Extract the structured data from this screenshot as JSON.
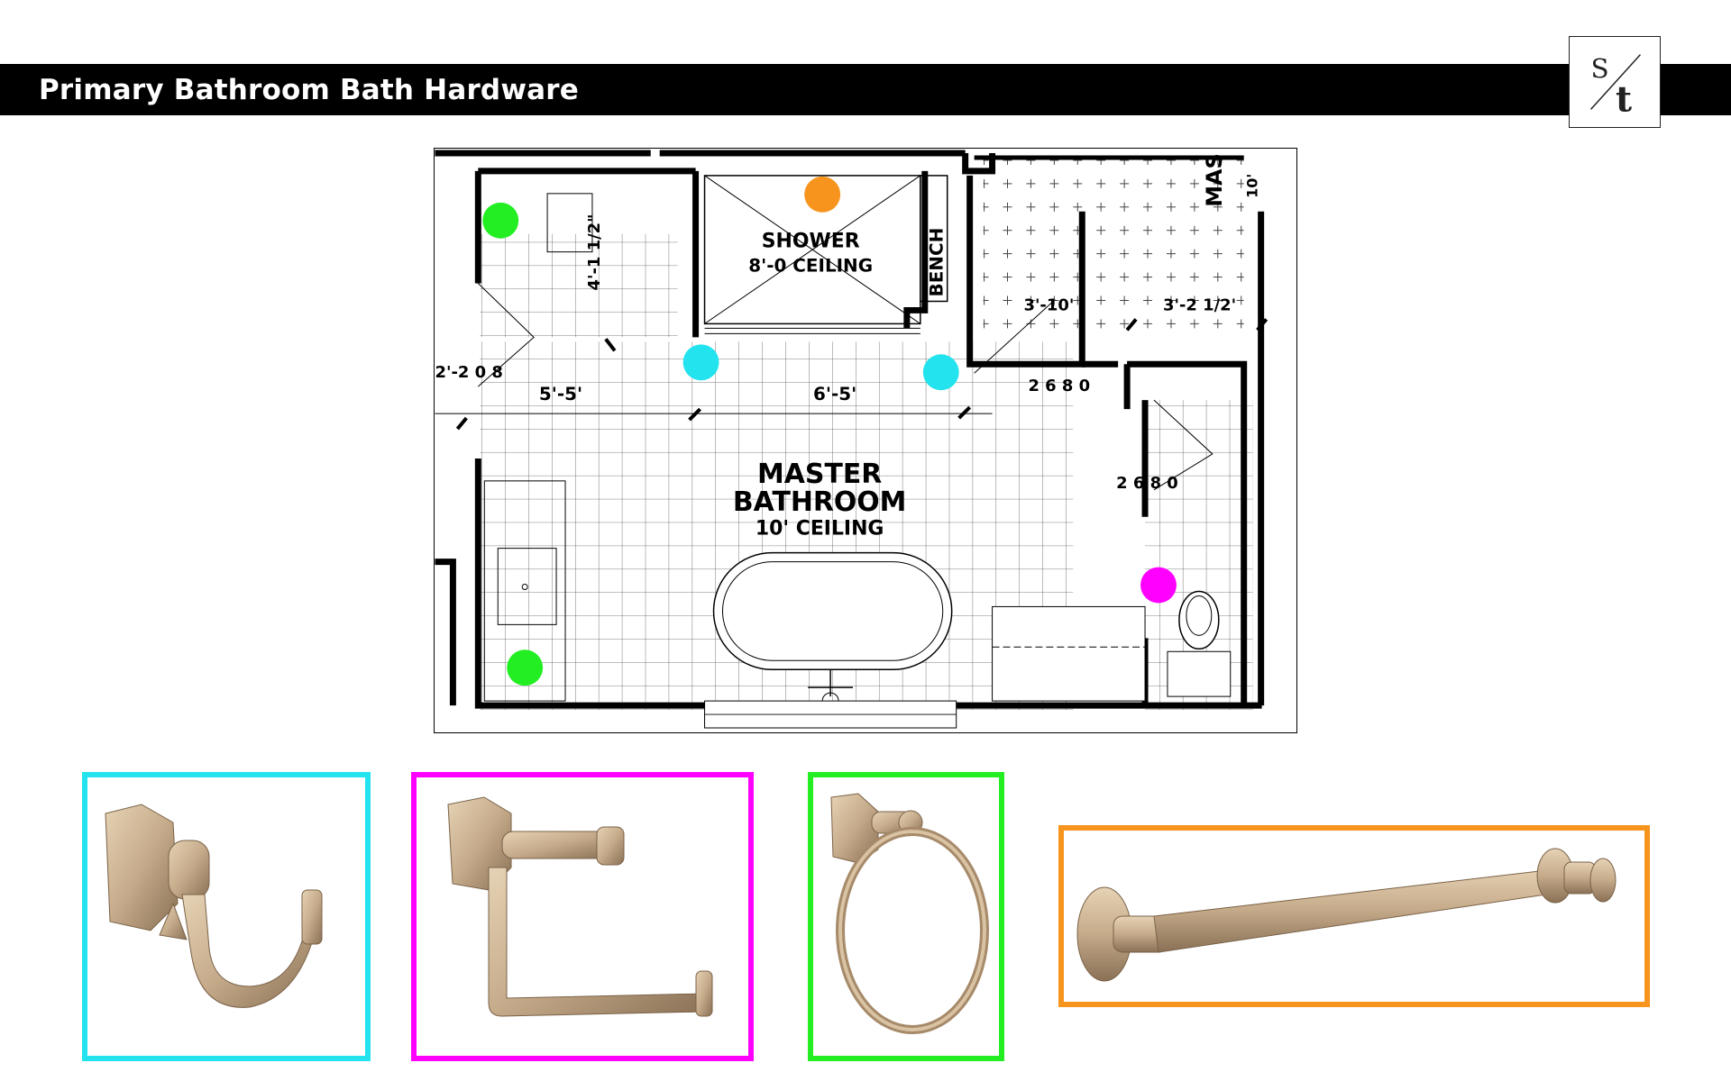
{
  "header": {
    "title": "Primary Bathroom Bath Hardware"
  },
  "logo": {
    "text": "S/t",
    "letters": [
      "S",
      "t"
    ]
  },
  "floorplan": {
    "room_name": "MASTER",
    "room_name_2": "BATHROOM",
    "room_ceiling": "10' CEILING",
    "shower_label": "SHOWER",
    "shower_ceiling": "8'-0 CEILING",
    "bench_label": "BENCH",
    "closet_label": "MAS CLO",
    "closet_height": "10'",
    "dim_vanity_depth": "4'-1 1/2\"",
    "dim_left": "5'-5'",
    "dim_center": "6'-5'",
    "dim_door_left": "2'-2 0 8",
    "dim_door_closet": "2 6 8 0",
    "dim_door_wc": "2 6 8 0",
    "dim_closet_a": "3'-10'",
    "dim_closet_b": "3'-2 1/2'"
  },
  "markers": [
    {
      "name": "green-marker-1",
      "color": "#22ee22",
      "product": "towel-ring"
    },
    {
      "name": "green-marker-2",
      "color": "#22ee22",
      "product": "towel-ring"
    },
    {
      "name": "orange-marker",
      "color": "#f7941d",
      "product": "grab-bar"
    },
    {
      "name": "cyan-marker-1",
      "color": "#22e3ee",
      "product": "robe-hook"
    },
    {
      "name": "cyan-marker-2",
      "color": "#22e3ee",
      "product": "robe-hook"
    },
    {
      "name": "magenta-marker",
      "color": "#ff00ff",
      "product": "toilet-paper-holder"
    }
  ],
  "products": [
    {
      "name": "robe-hook",
      "color": "#22e3ee",
      "icon": "robe-hook-icon"
    },
    {
      "name": "toilet-paper-holder",
      "color": "#ff00ff",
      "icon": "toilet-paper-holder-icon"
    },
    {
      "name": "towel-ring",
      "color": "#22ee22",
      "icon": "towel-ring-icon"
    },
    {
      "name": "grab-bar",
      "color": "#f7941d",
      "icon": "grab-bar-icon"
    }
  ],
  "colors": {
    "header_bg": "#000000",
    "header_text": "#ffffff",
    "finish": "#c5ab8a"
  }
}
